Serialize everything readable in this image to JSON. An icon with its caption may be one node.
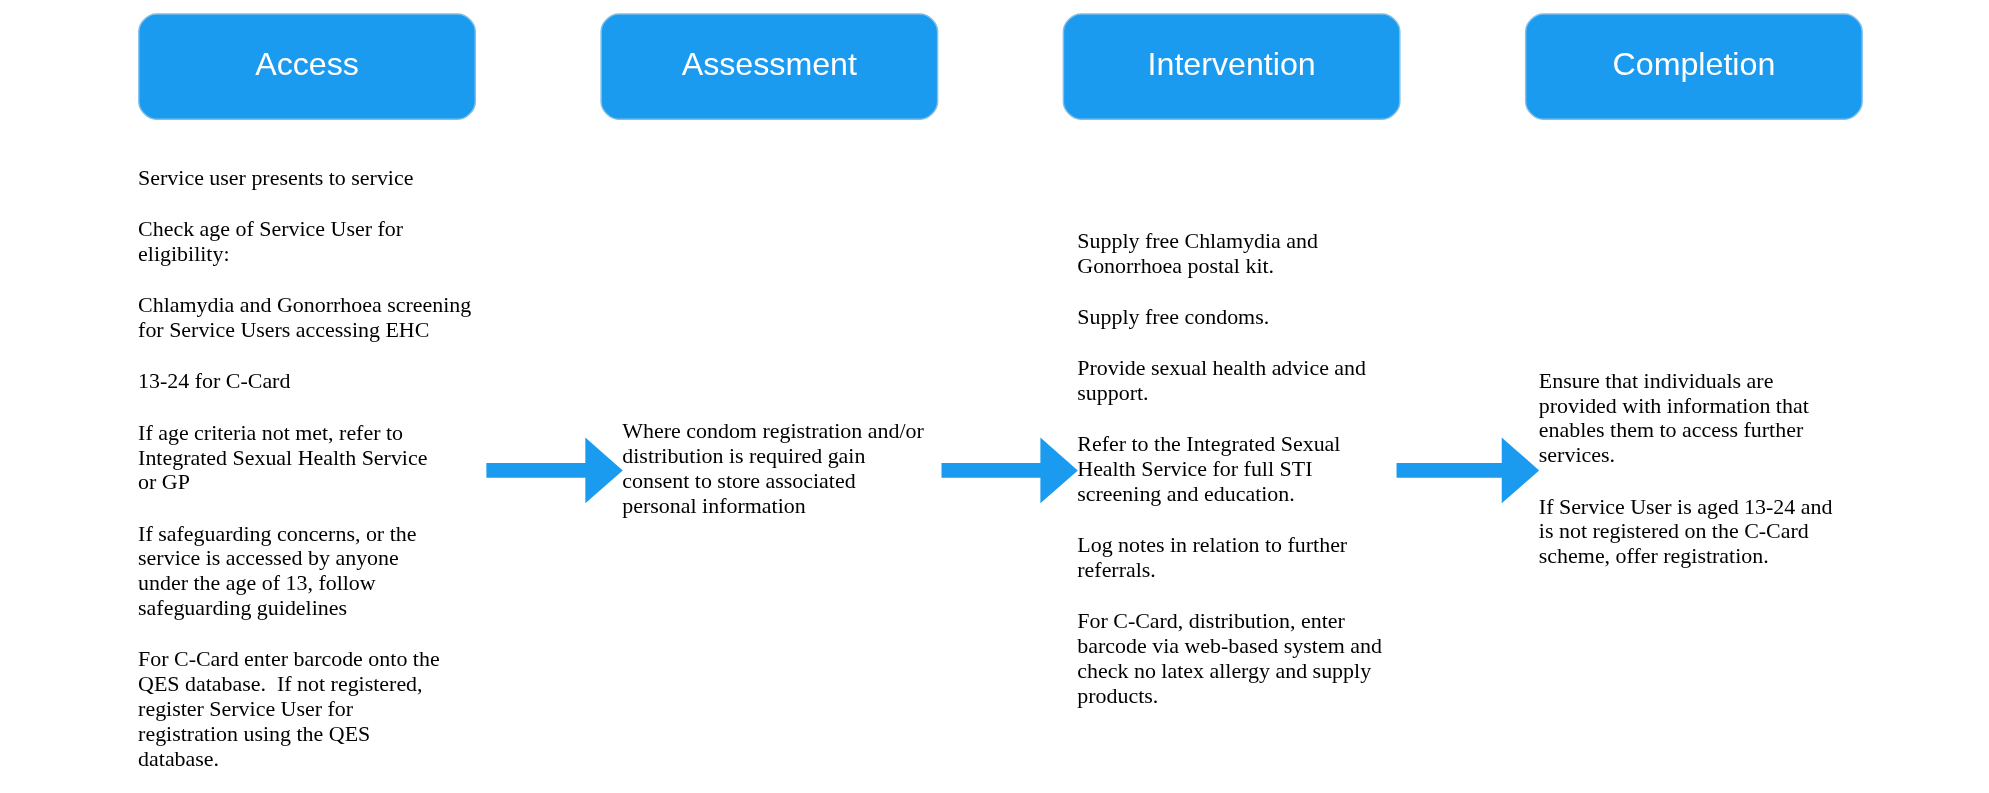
{
  "diagram": {
    "nodes": [
      {
        "text": [
          "Access"
        ]
      },
      {
        "text": [
          "Assessment"
        ]
      },
      {
        "text": [
          "Intervention"
        ]
      },
      {
        "text": [
          "Completion"
        ]
      },
      {
        "text": [
          "Service user presents to service",
          "Check age of Service User for eligibility:",
          "Chlamydia and Gonorrhoea screening for Service Users accessing EHC",
          "13-24 for C-Card",
          "If age criteria not met, refer to Integrated Sexual Health Service or GP",
          "If safeguarding concerns, or the service is accessed by anyone under the age of 13, follow safeguarding guidelines",
          "For C-Card enter barcode onto the QES database.  If not registered, register Service User for registration using the QES database."
        ]
      },
      {
        "text": [
          "Where condom registration and/or distribution is required gain consent to store associated personal information"
        ]
      },
      {
        "text": [
          "Supply free Chlamydia and Gonorrhoea postal kit.",
          "Supply free condoms.",
          "Provide sexual health advice and support.",
          "Refer to the Integrated Sexual Health Service for full STI screening and education.",
          "Log notes in relation to further referrals.",
          "For C-Card, distribution, enter barcode via web-based system and check no latex allergy and supply products."
        ]
      },
      {
        "text": [
          "Ensure that individuals are provided with information that enables them to access further services.",
          "If Service User is aged 13-24 and is not registered on the C-Card scheme, offer registration."
        ]
      }
    ],
    "edges": [
      {
        "from": 4,
        "to": 5,
        "arrow": "to"
      },
      {
        "from": 5,
        "to": 6,
        "arrow": "to"
      },
      {
        "from": 6,
        "to": 7,
        "arrow": "to"
      }
    ]
  }
}
